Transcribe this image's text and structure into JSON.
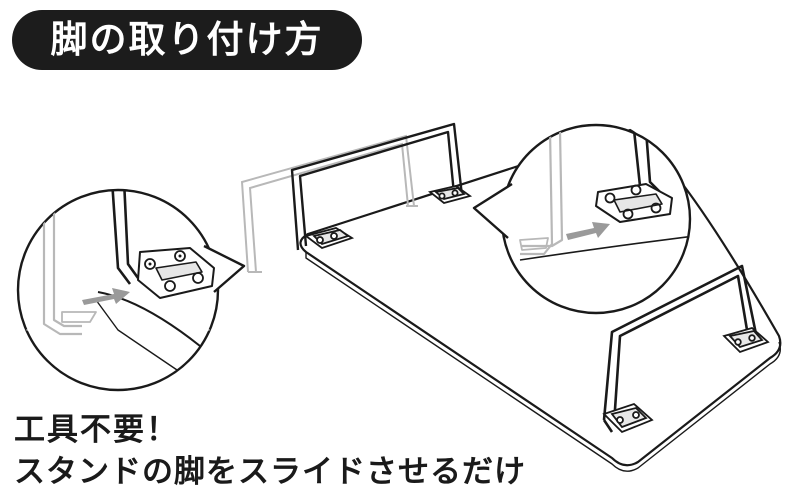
{
  "title": "脚の取り付け方",
  "caption": {
    "line1": "工具不要！",
    "line2": "スタンドの脚をスライドさせるだけ"
  },
  "colors": {
    "line": "#1a1a1a",
    "faint": "#b8b8b8",
    "arrow": "#9a9a9a",
    "title_bg": "#1c1c1c"
  },
  "icons": [
    "slide-arrow-icon",
    "slide-arrow-icon"
  ]
}
